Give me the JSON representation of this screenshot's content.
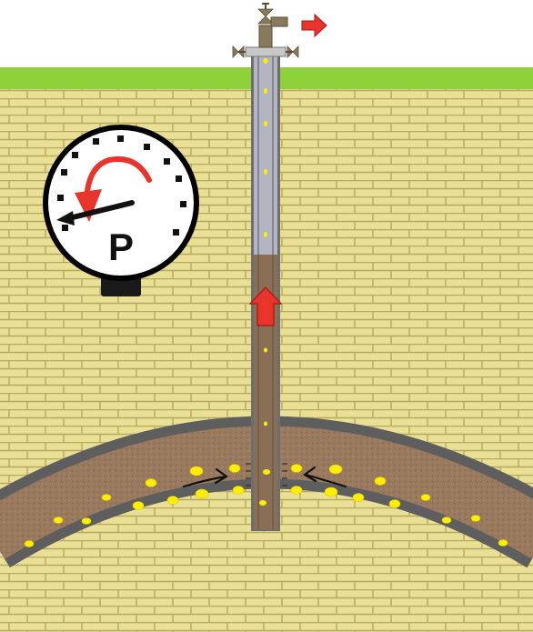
{
  "diagram": {
    "gauge": {
      "label": "P",
      "trend": "falling-pressure"
    },
    "flow": {
      "wellhead_outlet": "right",
      "tubing_flow": "up",
      "reservoir_flow": "toward-well"
    },
    "colors": {
      "sky": "#ffffff",
      "grass": "#8fd13a",
      "brick_fill": "#e9df95",
      "brick_mortar": "#b8a95e",
      "reservoir_rock": "#9a7a5f",
      "cap_rock": "#5e5e5e",
      "oil_droplet": "#ffee00",
      "tubing_gas": "#b3b6c2",
      "tubing_oil": "#8b6f55",
      "arrow_red": "#e8342a",
      "gauge_face": "#ffffff",
      "gauge_ring": "#000000",
      "valve": "#8a7a5c"
    },
    "icons": [
      "pressure-gauge-icon",
      "valve-icon",
      "flow-arrow-icon",
      "oil-droplet-icon"
    ]
  }
}
